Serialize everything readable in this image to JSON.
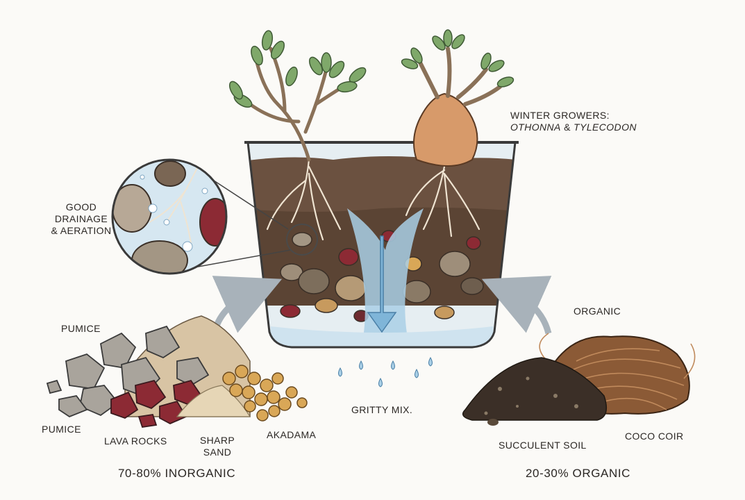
{
  "labels": {
    "winter_growers_line1": "WINTER GROWERS:",
    "winter_growers_species_a": "OTHONNA",
    "winter_growers_amp": " & ",
    "winter_growers_species_b": "TYLECODON",
    "drainage_line1": "GOOD",
    "drainage_line2": "DRAINAGE",
    "drainage_line3": "& AERATION",
    "pumice_top": "PUMICE",
    "pumice_bottom": "PUMICE",
    "lava_rocks": "LAVA ROCKS",
    "sharp_sand_line1": "SHARP",
    "sharp_sand_line2": "SAND",
    "akadama": "AKADAMA",
    "gritty_mix": "GRITTY MIX.",
    "organic": "ORGANIC",
    "succulent_soil": "SUCCULENT SOIL",
    "coco_coir": "COCO COIR",
    "inorganic_ratio": "70-80% INORGANIC",
    "organic_ratio": "20-30% ORGANIC"
  },
  "colors": {
    "soil_dark": "#5b4434",
    "soil_light": "#8a6a50",
    "water": "#a9cfe6",
    "glass_outline": "#3a3a3a",
    "leaf_green": "#7fa86a",
    "caudex": "#d79a6a",
    "lava": "#8c2a34",
    "akadama": "#d9a757",
    "pumice": "#a9a49c",
    "coir": "#8b5a36"
  },
  "icons": [
    "arrow-left-curved",
    "arrow-right-curved",
    "magnifier-circle",
    "water-drop"
  ]
}
